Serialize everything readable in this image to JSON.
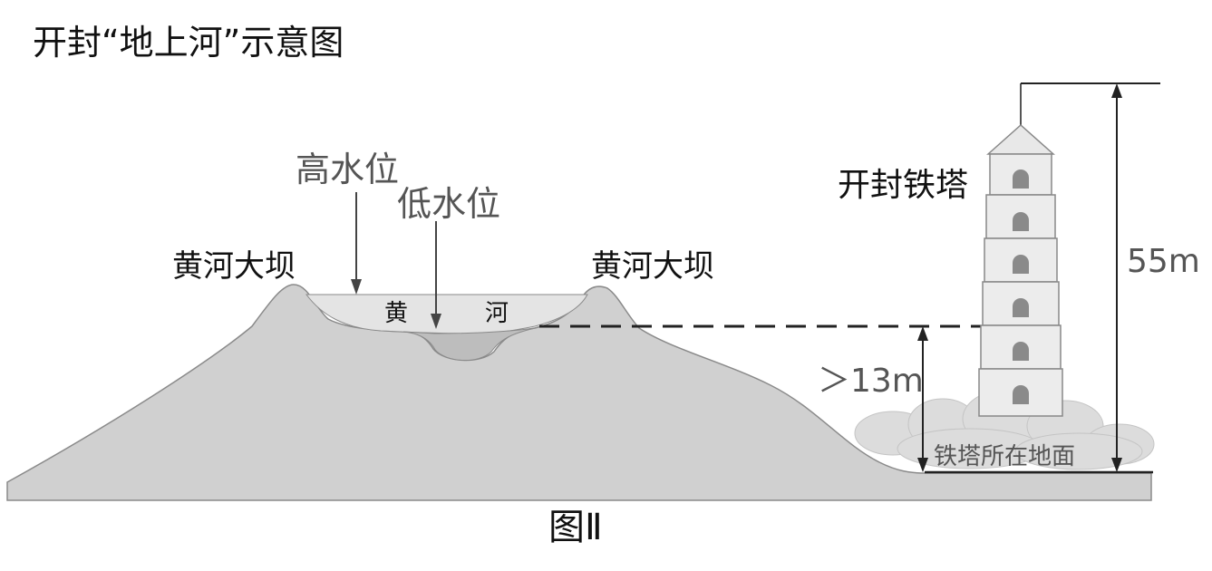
{
  "title": "开封“地上河”示意图",
  "labels": {
    "high_water": "高水位",
    "low_water": "低水位",
    "dam_left": "黄河大坝",
    "dam_right": "黄河大坝",
    "river_char_1": "黄",
    "river_char_2": "河",
    "tower_name": "开封铁塔",
    "tower_height": "55m",
    "height_diff": "＞13m",
    "tower_ground": "铁塔所在地面"
  },
  "caption": "图Ⅱ",
  "colors": {
    "ground": "#d0d0d0",
    "ground_stroke": "#8a8a8a",
    "water_high": "#e4e4e4",
    "water_low": "#c2c2c2",
    "tower": "#ececec",
    "line": "#222222"
  }
}
